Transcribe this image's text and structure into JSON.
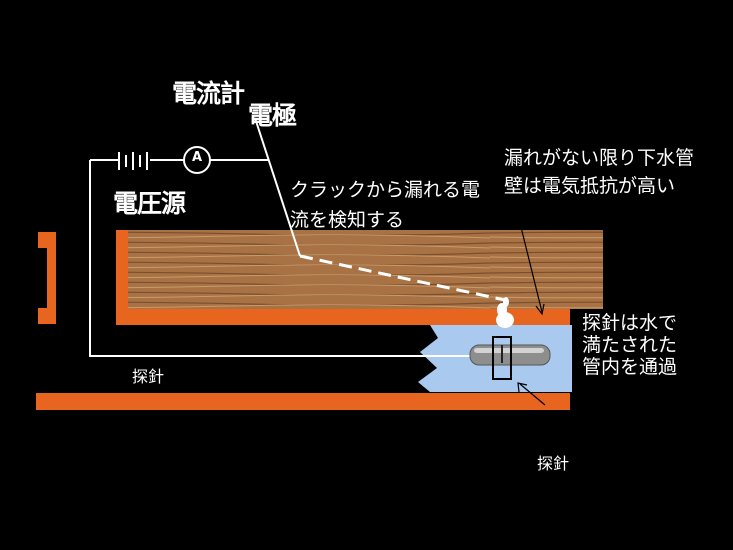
{
  "labels": {
    "ammeter_title": "電流計",
    "electrode": "電極",
    "voltage_source": "電圧源",
    "ammeter_symbol": "A",
    "crack_current_line1": "クラックから漏れる電",
    "crack_current_line2": "流を検知する",
    "no_leak_line1": "漏れがない限り下水管",
    "no_leak_line2": "壁は電気抵抗が高い",
    "probe_pass_line1": "探針は水で",
    "probe_pass_line2": "満たされた",
    "probe_pass_line3": "管内を通過",
    "probe_left": "探針",
    "probe_bottom": "探針"
  },
  "colors": {
    "background": "#000000",
    "pipe_wall": "#e8651f",
    "water": "#a9c9ee",
    "wood_base": "#a87245",
    "wire": "#ffffff"
  }
}
